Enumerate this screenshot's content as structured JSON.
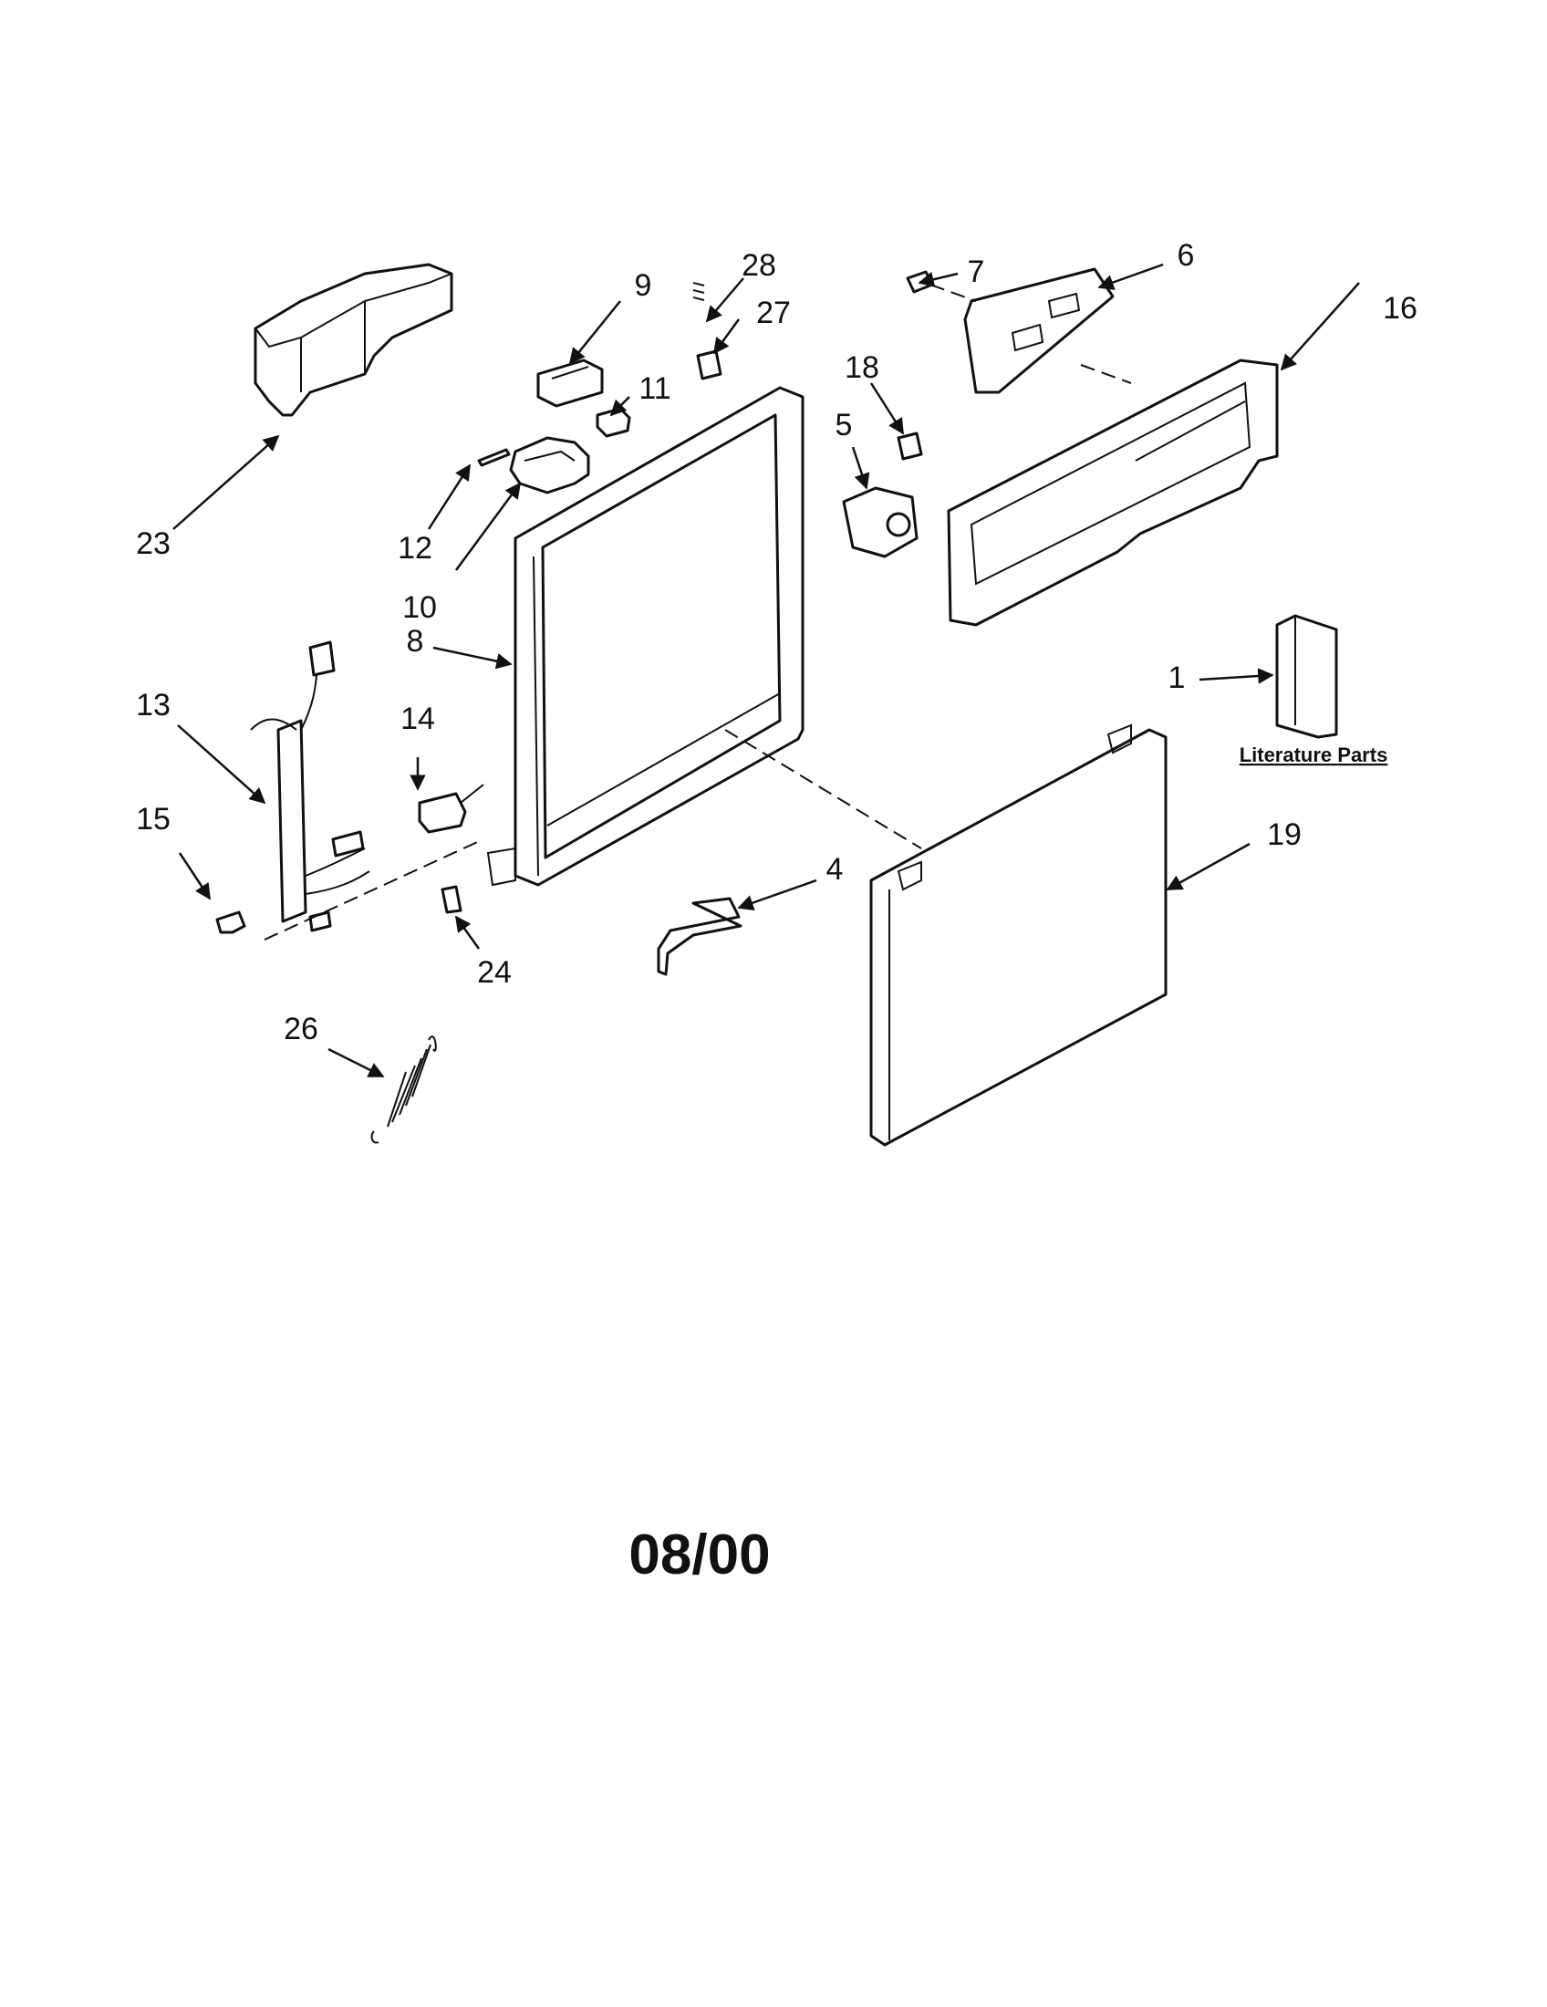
{
  "diagram": {
    "callouts": [
      "1",
      "4",
      "5",
      "6",
      "7",
      "8",
      "9",
      "10",
      "11",
      "12",
      "13",
      "14",
      "15",
      "16",
      "18",
      "19",
      "23",
      "24",
      "26",
      "27",
      "28"
    ],
    "literature_label": "Literature Parts",
    "date_code": "08/00"
  }
}
